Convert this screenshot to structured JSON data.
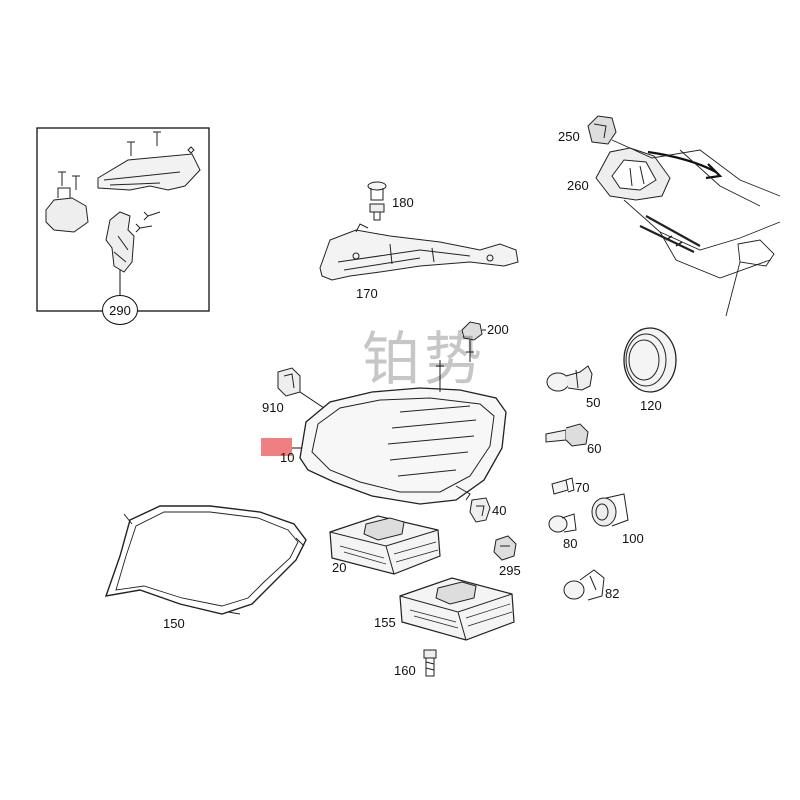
{
  "labels": {
    "p290": "290",
    "p180": "180",
    "p170": "170",
    "p250": "250",
    "p260": "260",
    "p200": "200",
    "p910": "910",
    "p10": "10",
    "p50": "50",
    "p120": "120",
    "p60": "60",
    "p70": "70",
    "p40": "40",
    "p80": "80",
    "p100": "100",
    "p20": "20",
    "p295": "295",
    "p82": "82",
    "p150": "150",
    "p155": "155",
    "p160": "160"
  },
  "watermark": "铂势",
  "colors": {
    "line": "#111111",
    "highlight": "#ef7f80"
  }
}
